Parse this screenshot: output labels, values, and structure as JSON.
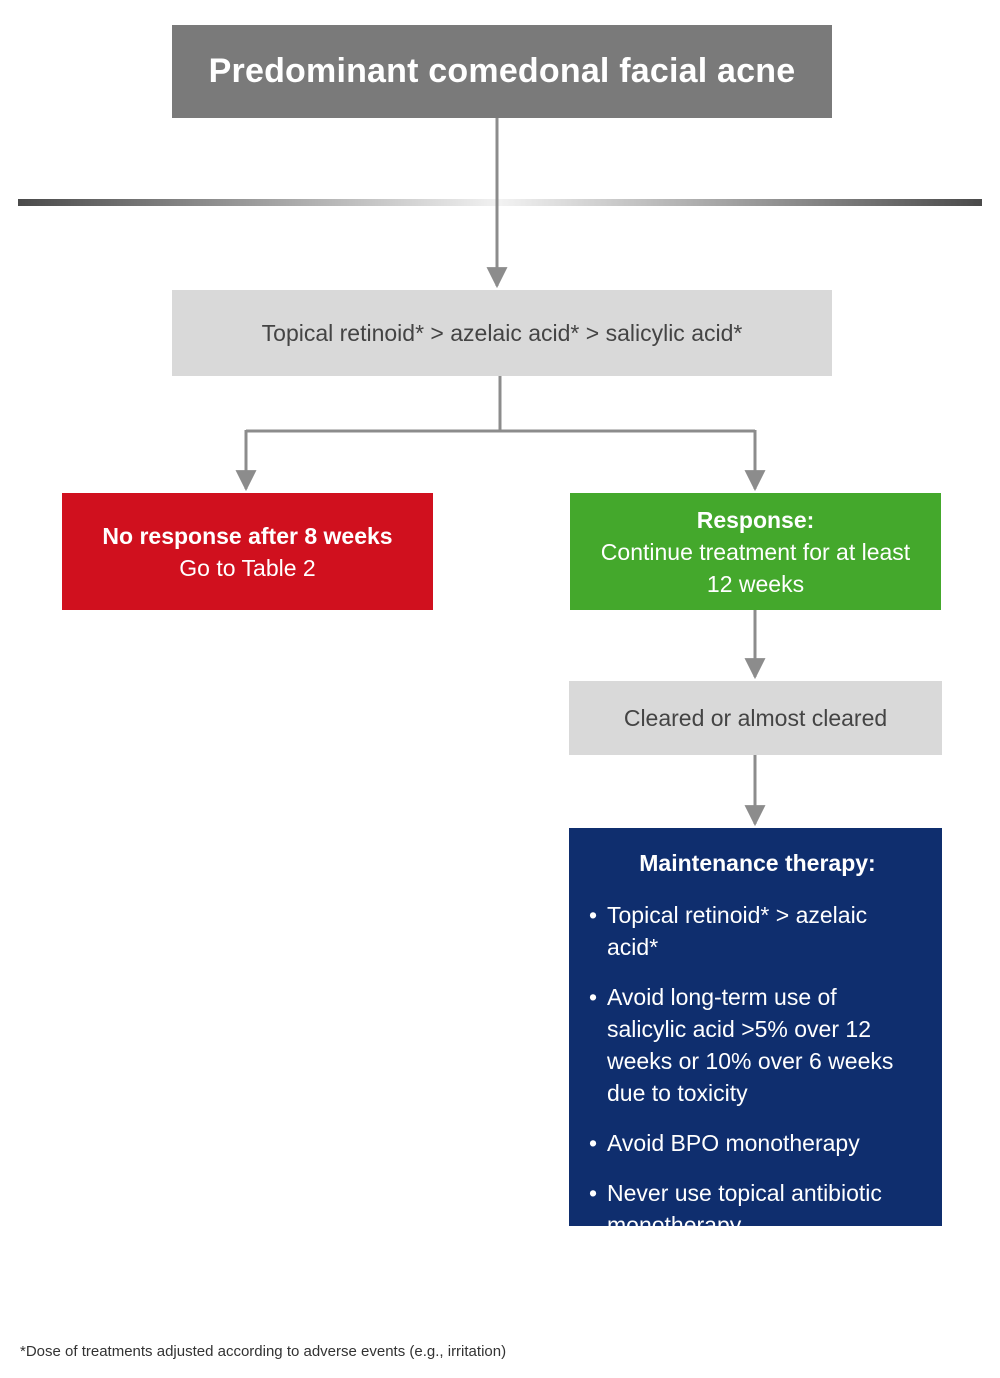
{
  "title": "Predominant comedonal facial acne",
  "first_line": "Topical retinoid* > azelaic acid* > salicylic acid*",
  "no_response": {
    "heading": "No response after 8 weeks",
    "text": "Go to Table 2"
  },
  "response": {
    "heading": "Response:",
    "line1": "Continue treatment for at least",
    "line2": "12 weeks"
  },
  "cleared": "Cleared or almost cleared",
  "maintenance": {
    "heading": "Maintenance therapy:",
    "bullets": [
      "Topical retinoid* > azelaic acid*",
      "Avoid long-term use of salicylic acid >5% over 12 weeks or 10% over 6 weeks due to toxicity",
      "Avoid BPO monotherapy",
      "Never use topical antibiotic monotherapy"
    ]
  },
  "bullet_symbol": "•",
  "footnote": "*Dose of treatments adjusted according to adverse events (e.g., irritation)",
  "colors": {
    "title_box": "#7a7a7a",
    "gray_box": "#d9d9d9",
    "red_box": "#d0101e",
    "green_box": "#44a82c",
    "blue_box": "#0f2e6e",
    "connector": "#8c8c8c"
  }
}
